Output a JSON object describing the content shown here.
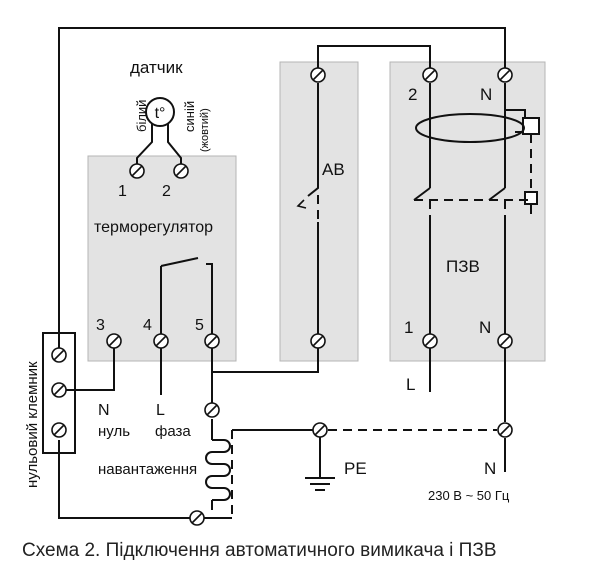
{
  "sensor": {
    "title": "датчик",
    "symbol": "t°",
    "wire_white": "білий",
    "wire_blue": "синій",
    "wire_yellow": "(жовтий)"
  },
  "thermostat": {
    "name": "терморегулятор",
    "t1": "1",
    "t2": "2",
    "t3": "3",
    "t4": "4",
    "t5": "5"
  },
  "breaker": {
    "name": "АВ"
  },
  "rcd": {
    "name": "ПЗВ",
    "top_left": "2",
    "top_right": "N",
    "bottom_left": "1",
    "bottom_right": "N"
  },
  "neutral_bus": {
    "name": "нульовий клемник"
  },
  "labels": {
    "n_letter": "N",
    "n_word": "нуль",
    "l_letter": "L",
    "l_word": "фаза",
    "load": "навантаження",
    "supply_l": "L",
    "pe": "PE",
    "supply_n": "N",
    "supply_spec": "230 В ~ 50 Гц"
  },
  "caption": "Схема 2. Підключення автоматичного вимикача і ПЗВ",
  "colors": {
    "panel": "#e3e3e3",
    "panel_border": "#b5b5b5",
    "wire": "#111111"
  }
}
